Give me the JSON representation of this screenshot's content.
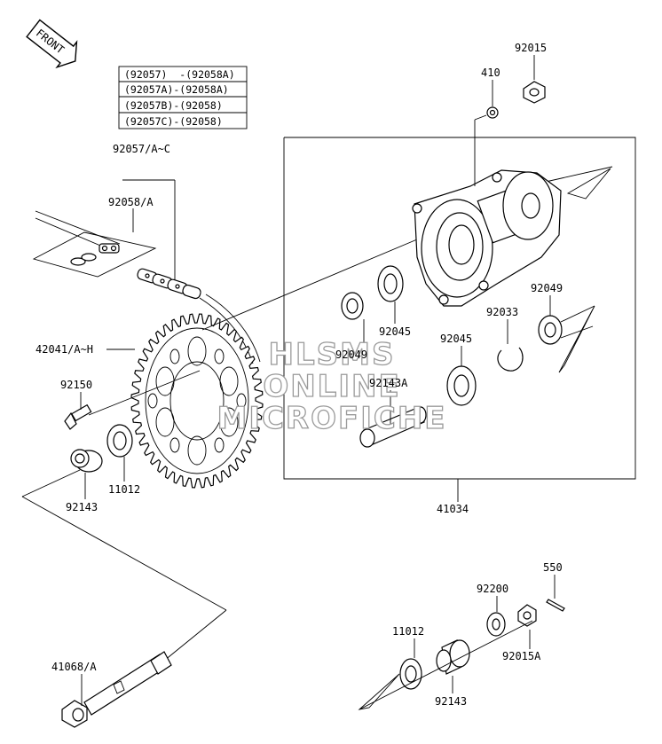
{
  "front_badge": "FRONT",
  "legend": [
    "(92057)  -(92058A)",
    "(92057A)-(92058A)",
    "(92057B)-(92058)",
    "(92057C)-(92058)"
  ],
  "parts": {
    "p92015": "92015",
    "p410": "410",
    "p92057": "92057/A~C",
    "p92058": "92058/A",
    "p92049_right": "92049",
    "p92033": "92033",
    "p92045_upper": "92045",
    "p92045_lower": "92045",
    "p92049_left": "92049",
    "p42041": "42041/A~H",
    "p92143A": "92143A",
    "p92150": "92150",
    "p11012_left": "11012",
    "p92143_left": "92143",
    "p41034": "41034",
    "p550": "550",
    "p92200": "92200",
    "p11012_right": "11012",
    "p92015A": "92015A",
    "p92143_right": "92143",
    "p41068": "41068/A"
  },
  "watermark": [
    "HLSMS",
    "ONLINE",
    "MICROFICHE"
  ]
}
